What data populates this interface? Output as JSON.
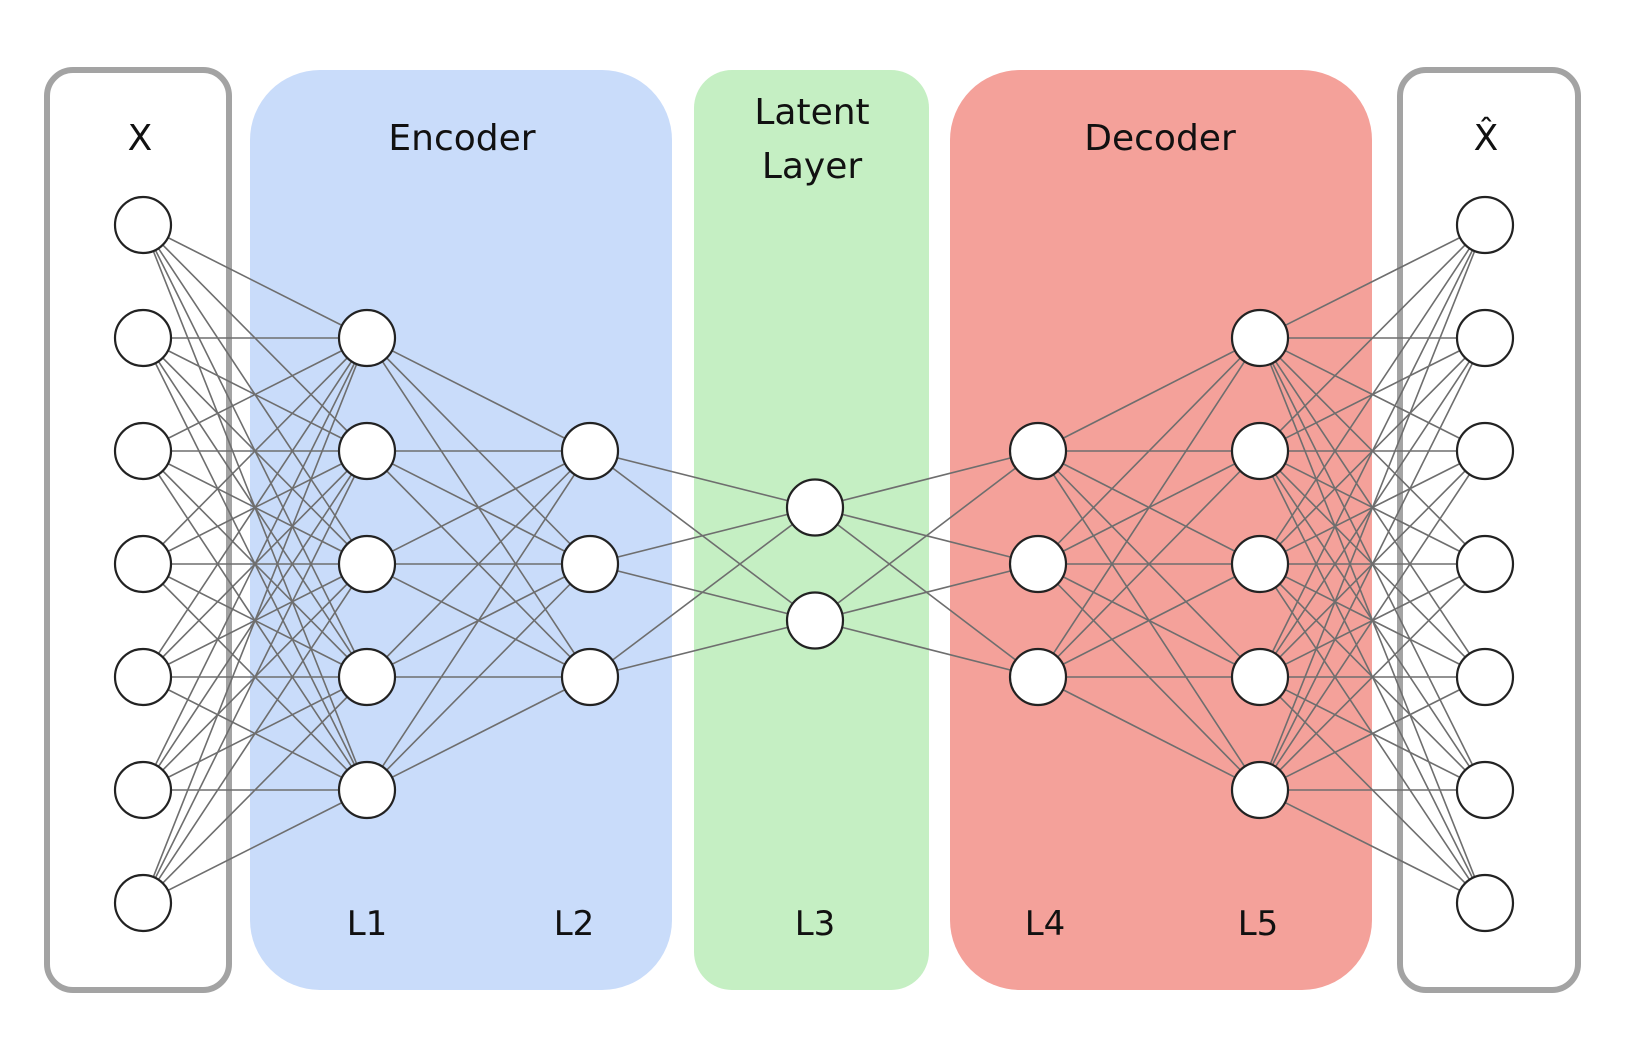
{
  "diagram": {
    "input_label": "X",
    "output_label": "X̂",
    "encoder_label": "Encoder",
    "latent_label_line1": "Latent",
    "latent_label_line2": "Layer",
    "decoder_label": "Decoder",
    "layer_labels": [
      "L1",
      "L2",
      "L3",
      "L4",
      "L5"
    ],
    "colors": {
      "encoder": "#c9dcfa",
      "latent": "#c5efc3",
      "decoder": "#f4a19a",
      "io_border": "#a3a3a3"
    },
    "layers": [
      {
        "name": "input",
        "node_count": 7
      },
      {
        "name": "L1",
        "node_count": 5
      },
      {
        "name": "L2",
        "node_count": 3
      },
      {
        "name": "L3",
        "node_count": 2
      },
      {
        "name": "L4",
        "node_count": 3
      },
      {
        "name": "L5",
        "node_count": 5
      },
      {
        "name": "output",
        "node_count": 7
      }
    ]
  }
}
